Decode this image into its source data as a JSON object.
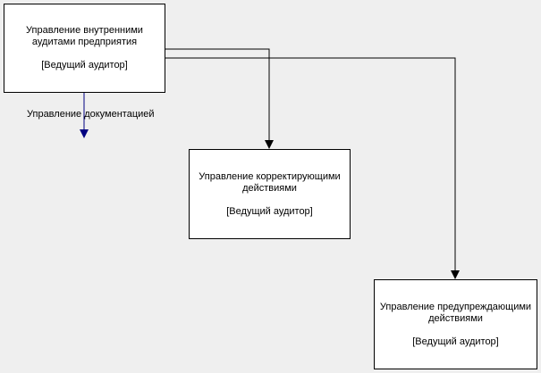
{
  "diagram": {
    "nodes": {
      "internal_audits": {
        "title": "Управление внутренними аудитами предприятия",
        "role": "[Ведущий аудитор]"
      },
      "corrective": {
        "title": "Управление корректирующими действиями",
        "role": "[Ведущий аудитор]"
      },
      "preventive": {
        "title": "Управление предупреждающими действиями",
        "role": "[Ведущий аудитор]"
      }
    },
    "edges": {
      "documentation": {
        "label": "Управление документацией",
        "color": "#000080"
      },
      "to_corrective": {
        "color": "#000000"
      },
      "to_preventive": {
        "color": "#000000"
      }
    },
    "colors": {
      "background": "#efefef",
      "node_fill": "#ffffff",
      "node_border": "#000000"
    }
  }
}
